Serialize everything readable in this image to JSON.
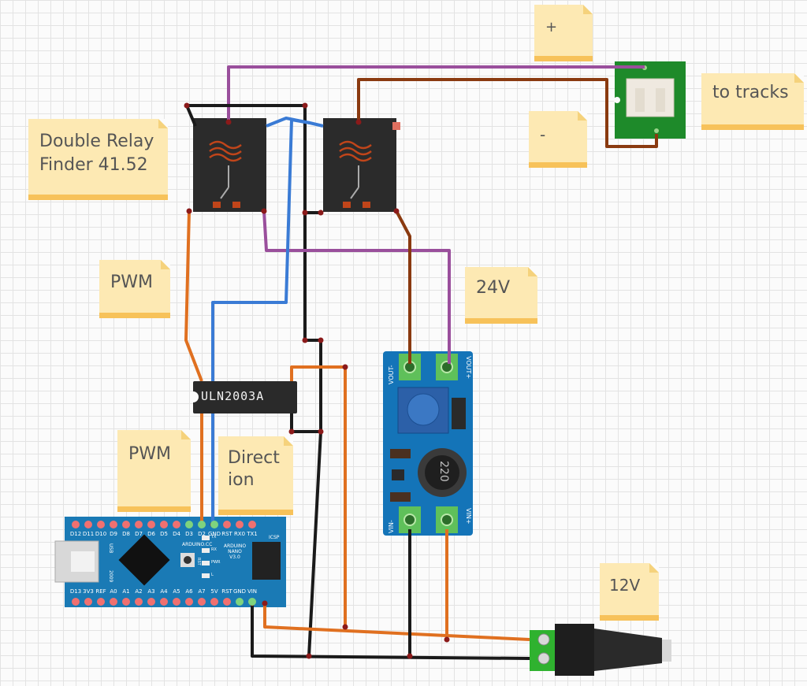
{
  "notes": {
    "plus": "+",
    "minus": "-",
    "tracks": "to tracks",
    "relay": "Double Relay\nFinder 41.52",
    "pwm_top": "PWM",
    "v24": "24V",
    "pwm_bottom": "PWM",
    "direction": "Direct\nion",
    "v12": "12V"
  },
  "chip": {
    "label": "ULN2003A"
  },
  "arduino": {
    "top_pins": [
      "D12",
      "D11",
      "D10",
      "D9",
      "D8",
      "D7",
      "D6",
      "D5",
      "D4",
      "D3",
      "D2",
      "GND",
      "RST",
      "RX0",
      "TX1"
    ],
    "bottom_pins": [
      "D13",
      "3V3",
      "REF",
      "A0",
      "A1",
      "A2",
      "A3",
      "A4",
      "A5",
      "A6",
      "A7",
      "5V",
      "RST",
      "GND",
      "VIN"
    ],
    "brand": "ARDUINO.CC",
    "model": "ARDUINO NANO V3.0",
    "usb": "USB",
    "year": "2009",
    "icsp": "ICSP",
    "rst": "RST",
    "leds": [
      "TX",
      "RX",
      "PWR",
      "L"
    ]
  },
  "boost": {
    "vout_minus": "VOUT-",
    "vout_plus": "VOUT+",
    "vin_minus": "VIN-",
    "vin_plus": "VIN+",
    "inductor": "220"
  },
  "colors": {
    "wire_black": "#1a1a1a",
    "wire_purple": "#9a4f9c",
    "wire_brown": "#8a3a10",
    "wire_blue": "#3a7bd5",
    "wire_orange": "#e07020",
    "arduino_blue": "#1a7ab5",
    "boost_blue": "#1474b8",
    "connector_green": "#1e8a2a",
    "note_yellow": "#fde9b3"
  }
}
